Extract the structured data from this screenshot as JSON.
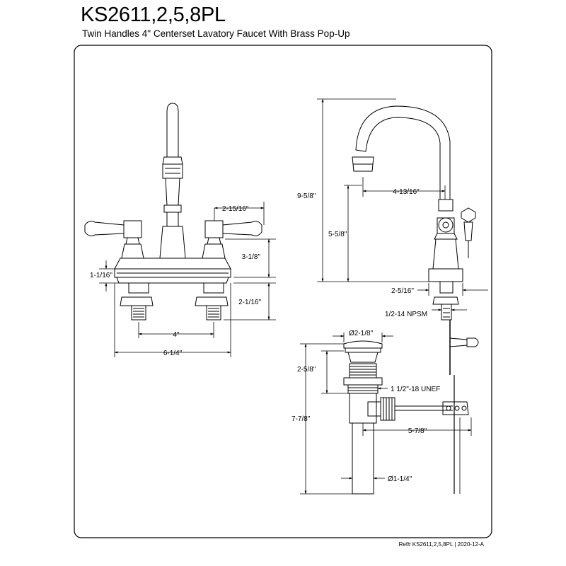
{
  "header": {
    "title": "KS2611,2,5,8PL",
    "subtitle": "Twin Handles 4\" Centerset Lavatory Faucet With Brass Pop-Up"
  },
  "footer": {
    "reference": "Ref# KS2611,2,5,8PL | 2020-12-A"
  },
  "front_view": {
    "dims": {
      "spread": "2-15/16\"",
      "handle_height": "3-1/8\"",
      "base_height": "1-1/16\"",
      "shank_length": "2-1/16\"",
      "center": "4\"",
      "overall_width": "6-1/4\""
    }
  },
  "side_view": {
    "dims": {
      "overall_height": "9-5/8\"",
      "spout_reach": "4-13/16\"",
      "spout_clearance": "5-5/8\"",
      "base_diameter": "2-5/16\"",
      "thread": "1/2-14 NPSM"
    }
  },
  "drain_view": {
    "dims": {
      "flange_diameter": "Ø2-1/8\"",
      "flange_height": "2-5/8\"",
      "drain_thread": "1 1/2\"-18 UNEF",
      "overall_length": "7-7/8\"",
      "lift_rod": "5-7/8\"",
      "tailpiece_diameter": "Ø1-1/4\""
    }
  }
}
